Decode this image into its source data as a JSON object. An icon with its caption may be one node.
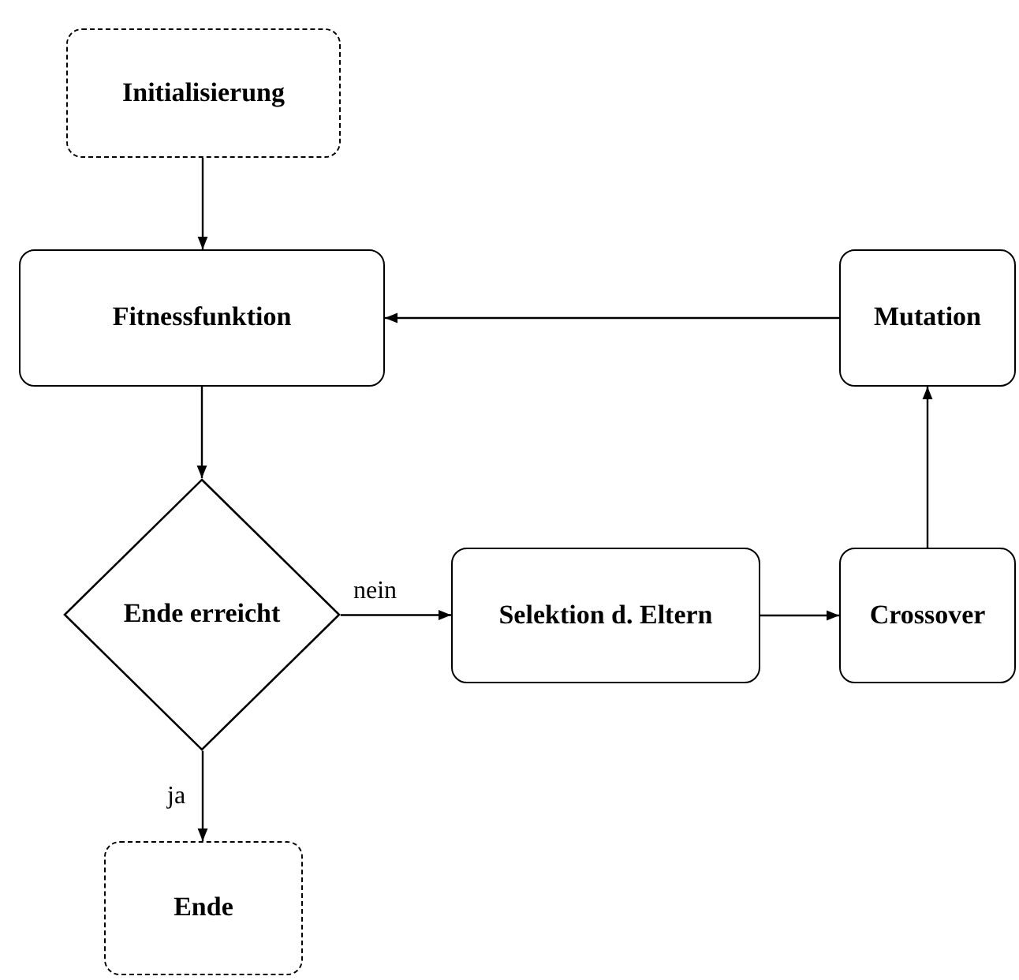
{
  "diagram": {
    "nodes": [
      {
        "text": [
          "Initialisierung"
        ]
      },
      {
        "text": [
          "Fitnessfunktion"
        ]
      },
      {
        "text": [
          "Mutation"
        ]
      },
      {
        "text": [
          "Ende erreicht"
        ]
      },
      {
        "text": [
          "Selektion d. Eltern"
        ]
      },
      {
        "text": [
          "Crossover"
        ]
      },
      {
        "text": [
          "Ende"
        ]
      }
    ],
    "edges": [
      {
        "from": 0,
        "to": 1,
        "arrow": "to"
      },
      {
        "from": 1,
        "to": 3,
        "arrow": "to"
      },
      {
        "from": 3,
        "to": 4,
        "arrow": "to",
        "label": "nein"
      },
      {
        "from": 4,
        "to": 5,
        "arrow": "to"
      },
      {
        "from": 5,
        "to": 2,
        "arrow": "to"
      },
      {
        "from": 2,
        "to": 1,
        "arrow": "to"
      },
      {
        "from": 3,
        "to": 6,
        "arrow": "to",
        "label": "ja"
      }
    ]
  }
}
